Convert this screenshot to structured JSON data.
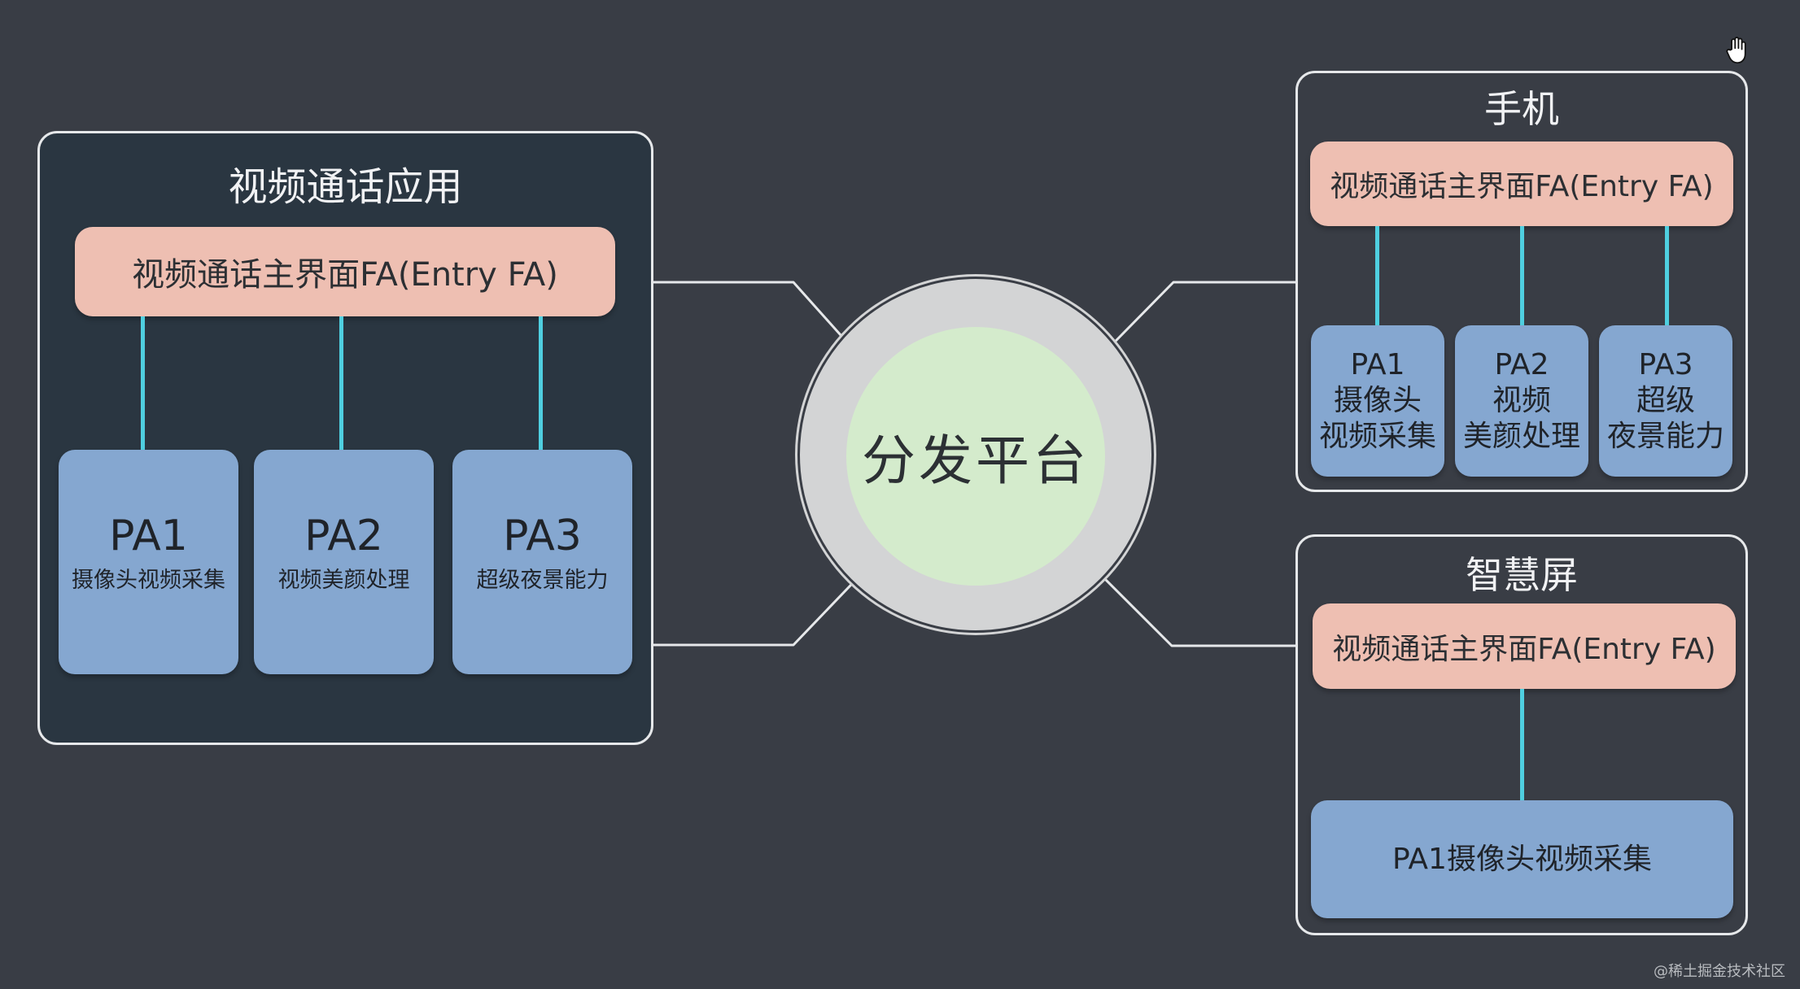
{
  "hub": {
    "label": "分发平台"
  },
  "app_panel": {
    "title": "视频通话应用",
    "entry_fa": "视频通话主界面FA(Entry FA)",
    "pas": [
      {
        "name": "PA1",
        "desc": "摄像头视频采集"
      },
      {
        "name": "PA2",
        "desc": "视频美颜处理"
      },
      {
        "name": "PA3",
        "desc": "超级夜景能力"
      }
    ]
  },
  "phone_panel": {
    "title": "手机",
    "entry_fa": "视频通话主界面FA(Entry FA)",
    "pas": [
      {
        "name": "PA1",
        "line1": "摄像头",
        "line2": "视频采集"
      },
      {
        "name": "PA2",
        "line1": "视频",
        "line2": "美颜处理"
      },
      {
        "name": "PA3",
        "line1": "超级",
        "line2": "夜景能力"
      }
    ]
  },
  "screen_panel": {
    "title": "智慧屏",
    "entry_fa": "视频通话主界面FA(Entry FA)",
    "pa": "PA1摄像头视频采集"
  },
  "watermark": "@稀土掘金技术社区",
  "colors": {
    "background": "#393d45",
    "app_panel_fill": "#2a3641",
    "fa_fill": "#eebfb2",
    "pa_fill": "#85a7d0",
    "connector": "#4fcfe0",
    "hub_ring": "#d3d4d5",
    "hub_center": "#d4ebcc"
  },
  "icons": {
    "cursor": "hand-cursor-icon"
  }
}
